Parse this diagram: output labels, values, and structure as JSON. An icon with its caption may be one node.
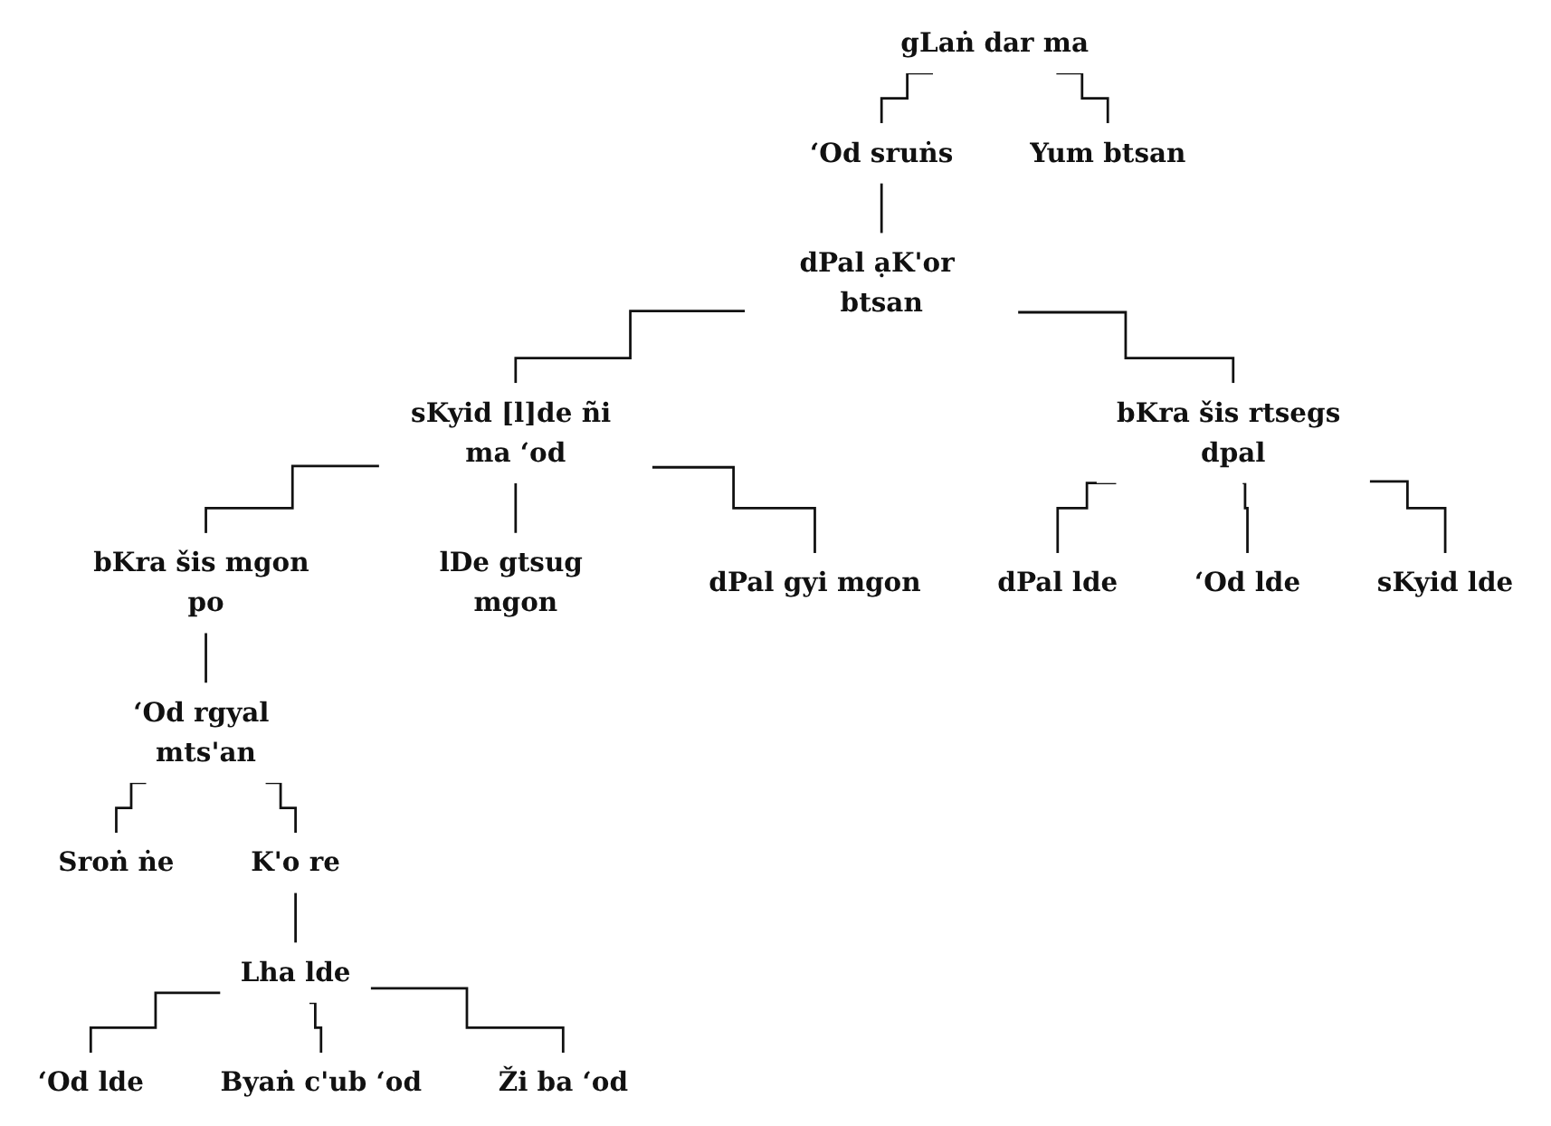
{
  "diagram": {
    "nodes": [
      {
        "text": [
          "gLaṅ dar ma"
        ]
      },
      {
        "text": [
          "‘Od sruṅs"
        ]
      },
      {
        "text": [
          "Yum btsan"
        ]
      },
      {
        "text": [
          "dPal ạK'or btsan"
        ]
      },
      {
        "text": [
          "sKyid [l]de ñi ma ‘od"
        ]
      },
      {
        "text": [
          "bKra šis rtsegs dpal"
        ]
      },
      {
        "text": [
          "bKra šis mgon po"
        ]
      },
      {
        "text": [
          "lDe gtsug mgon"
        ]
      },
      {
        "text": [
          "dPal gyi mgon"
        ]
      },
      {
        "text": [
          "dPal lde"
        ]
      },
      {
        "text": [
          "‘Od lde"
        ]
      },
      {
        "text": [
          "sKyid lde"
        ]
      },
      {
        "text": [
          "‘Od rgyal mts'an"
        ]
      },
      {
        "text": [
          "Sroṅ ṅe"
        ]
      },
      {
        "text": [
          "K'o re"
        ]
      },
      {
        "text": [
          "Lha lde"
        ]
      },
      {
        "text": [
          "‘Od lde"
        ]
      },
      {
        "text": [
          "Byaṅ c'ub ‘od"
        ]
      },
      {
        "text": [
          "Ži ba ‘od"
        ]
      }
    ],
    "edges": [
      {
        "from": 0,
        "to": 1,
        "arrow": "none"
      },
      {
        "from": 0,
        "to": 2,
        "arrow": "none"
      },
      {
        "from": 1,
        "to": 3,
        "arrow": "none"
      },
      {
        "from": 3,
        "to": 4,
        "arrow": "none"
      },
      {
        "from": 3,
        "to": 5,
        "arrow": "none"
      },
      {
        "from": 4,
        "to": 6,
        "arrow": "none"
      },
      {
        "from": 4,
        "to": 7,
        "arrow": "none"
      },
      {
        "from": 4,
        "to": 8,
        "arrow": "none"
      },
      {
        "from": 5,
        "to": 9,
        "arrow": "none"
      },
      {
        "from": 5,
        "to": 10,
        "arrow": "none"
      },
      {
        "from": 5,
        "to": 11,
        "arrow": "none"
      },
      {
        "from": 6,
        "to": 12,
        "arrow": "none"
      },
      {
        "from": 12,
        "to": 13,
        "arrow": "none"
      },
      {
        "from": 12,
        "to": 14,
        "arrow": "none"
      },
      {
        "from": 14,
        "to": 15,
        "arrow": "none"
      },
      {
        "from": 15,
        "to": 16,
        "arrow": "none"
      },
      {
        "from": 15,
        "to": 17,
        "arrow": "none"
      },
      {
        "from": 15,
        "to": 18,
        "arrow": "none"
      }
    ]
  }
}
